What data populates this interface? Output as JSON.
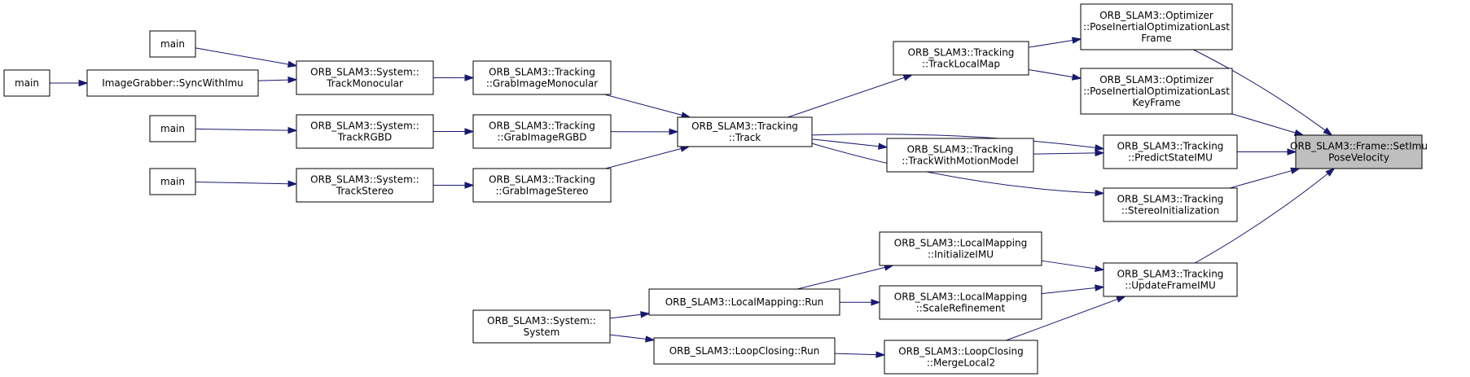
{
  "nodes": {
    "setimu": {
      "lines": [
        "ORB_SLAM3::Frame::SetImu",
        "PoseVelocity"
      ]
    },
    "pio_lf": {
      "lines": [
        "ORB_SLAM3::Optimizer",
        "::PoseInertialOptimizationLast",
        "Frame"
      ]
    },
    "pio_lkf": {
      "lines": [
        "ORB_SLAM3::Optimizer",
        "::PoseInertialOptimizationLast",
        "KeyFrame"
      ]
    },
    "predict": {
      "lines": [
        "ORB_SLAM3::Tracking",
        "::PredictStateIMU"
      ]
    },
    "stereoinit": {
      "lines": [
        "ORB_SLAM3::Tracking",
        "::StereoInitialization"
      ]
    },
    "updframe": {
      "lines": [
        "ORB_SLAM3::Tracking",
        "::UpdateFrameIMU"
      ]
    },
    "tracklocal": {
      "lines": [
        "ORB_SLAM3::Tracking",
        "::TrackLocalMap"
      ]
    },
    "trackmotion": {
      "lines": [
        "ORB_SLAM3::Tracking",
        "::TrackWithMotionModel"
      ]
    },
    "track": {
      "lines": [
        "ORB_SLAM3::Tracking",
        "::Track"
      ]
    },
    "initimu": {
      "lines": [
        "ORB_SLAM3::LocalMapping",
        "::InitializeIMU"
      ]
    },
    "scaleref": {
      "lines": [
        "ORB_SLAM3::LocalMapping",
        "::ScaleRefinement"
      ]
    },
    "mergelocal": {
      "lines": [
        "ORB_SLAM3::LoopClosing",
        "::MergeLocal2"
      ]
    },
    "lmrun": {
      "lines": [
        "ORB_SLAM3::LocalMapping::Run"
      ]
    },
    "lcrun": {
      "lines": [
        "ORB_SLAM3::LoopClosing::Run"
      ]
    },
    "sysctor": {
      "lines": [
        "ORB_SLAM3::System::",
        "System"
      ]
    },
    "gimono": {
      "lines": [
        "ORB_SLAM3::Tracking",
        "::GrabImageMonocular"
      ]
    },
    "girgbd": {
      "lines": [
        "ORB_SLAM3::Tracking",
        "::GrabImageRGBD"
      ]
    },
    "gistereo": {
      "lines": [
        "ORB_SLAM3::Tracking",
        "::GrabImageStereo"
      ]
    },
    "tmono": {
      "lines": [
        "ORB_SLAM3::System::",
        "TrackMonocular"
      ]
    },
    "trgbd": {
      "lines": [
        "ORB_SLAM3::System::",
        "TrackRGBD"
      ]
    },
    "tstereo": {
      "lines": [
        "ORB_SLAM3::System::",
        "TrackStereo"
      ]
    },
    "syncimu": {
      "lines": [
        "ImageGrabber::SyncWithImu"
      ]
    },
    "main1": {
      "lines": [
        "main"
      ]
    },
    "main2": {
      "lines": [
        "main"
      ]
    },
    "main3": {
      "lines": [
        "main"
      ]
    },
    "main4": {
      "lines": [
        "main"
      ]
    },
    "main5": {
      "lines": [
        "main"
      ]
    }
  },
  "edges": [
    [
      "pio_lf",
      "setimu"
    ],
    [
      "pio_lkf",
      "setimu"
    ],
    [
      "predict",
      "setimu"
    ],
    [
      "stereoinit",
      "setimu"
    ],
    [
      "updframe",
      "setimu"
    ],
    [
      "tracklocal",
      "pio_lf"
    ],
    [
      "tracklocal",
      "pio_lkf"
    ],
    [
      "track",
      "predict"
    ],
    [
      "trackmotion",
      "predict"
    ],
    [
      "track",
      "stereoinit"
    ],
    [
      "initimu",
      "updframe"
    ],
    [
      "scaleref",
      "updframe"
    ],
    [
      "mergelocal",
      "updframe"
    ],
    [
      "track",
      "tracklocal"
    ],
    [
      "track",
      "trackmotion"
    ],
    [
      "lmrun",
      "initimu"
    ],
    [
      "lmrun",
      "scaleref"
    ],
    [
      "lcrun",
      "mergelocal"
    ],
    [
      "sysctor",
      "lmrun"
    ],
    [
      "sysctor",
      "lcrun"
    ],
    [
      "gimono",
      "track"
    ],
    [
      "girgbd",
      "track"
    ],
    [
      "gistereo",
      "track"
    ],
    [
      "tmono",
      "gimono"
    ],
    [
      "trgbd",
      "girgbd"
    ],
    [
      "tstereo",
      "gistereo"
    ],
    [
      "main1",
      "tmono"
    ],
    [
      "syncimu",
      "tmono"
    ],
    [
      "main2",
      "syncimu"
    ],
    [
      "main3",
      "trgbd"
    ],
    [
      "main4",
      "tstereo"
    ]
  ],
  "colors": {
    "edge": "#191970",
    "target_fill": "#bfbfbf",
    "node_fill": "#ffffff",
    "node_stroke": "#000000"
  }
}
